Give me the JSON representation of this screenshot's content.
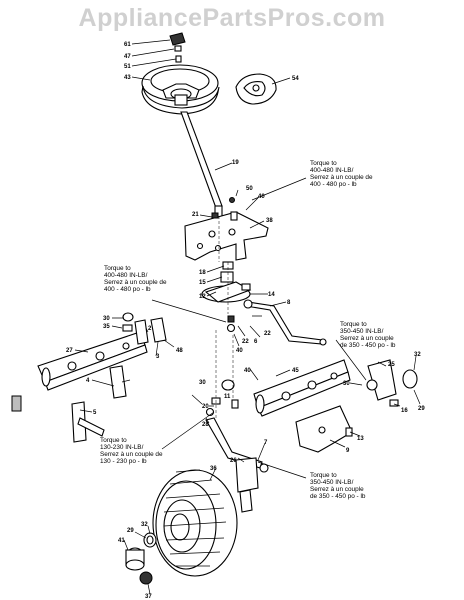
{
  "watermark": "AppliancePartsPros.com",
  "torque_notes": [
    {
      "id": "n1",
      "lines": [
        "Torque to",
        "400-480 IN-LB/",
        "Serrez à un couple de",
        "400 - 480 po - lb"
      ]
    },
    {
      "id": "n2",
      "lines": [
        "Torque to",
        "400-480 IN-LB/",
        "Serrez à un couple de",
        "400 - 480 po - lb"
      ]
    },
    {
      "id": "n3",
      "lines": [
        "Torque to",
        "350-450 IN-LB/",
        "Serrez à un couple",
        "de 350 - 450 po - lb"
      ]
    },
    {
      "id": "n4",
      "lines": [
        "Torque to",
        "130-230 IN-LB/",
        "Serrez à un couple de",
        "130 - 230 po - lb"
      ]
    },
    {
      "id": "n5",
      "lines": [
        "Torque to",
        "350-450 IN-LB/",
        "Serrez à un couple",
        "de 350 - 450 po - lb"
      ]
    }
  ],
  "part_labels": [
    {
      "id": "p61",
      "text": "61"
    },
    {
      "id": "p47",
      "text": "47"
    },
    {
      "id": "p51",
      "text": "51"
    },
    {
      "id": "p43",
      "text": "43"
    },
    {
      "id": "p54",
      "text": "54"
    },
    {
      "id": "p19",
      "text": "19"
    },
    {
      "id": "p50",
      "text": "50"
    },
    {
      "id": "p40a",
      "text": "40"
    },
    {
      "id": "p21",
      "text": "21"
    },
    {
      "id": "p38",
      "text": "38"
    },
    {
      "id": "p18",
      "text": "18"
    },
    {
      "id": "p15",
      "text": "15"
    },
    {
      "id": "p12",
      "text": "12"
    },
    {
      "id": "p14",
      "text": "14"
    },
    {
      "id": "p8",
      "text": "8"
    },
    {
      "id": "p22a",
      "text": "22"
    },
    {
      "id": "p22b",
      "text": "22"
    },
    {
      "id": "p6",
      "text": "6"
    },
    {
      "id": "p40b",
      "text": "40"
    },
    {
      "id": "p30a",
      "text": "30"
    },
    {
      "id": "p35",
      "text": "35"
    },
    {
      "id": "p2",
      "text": "2"
    },
    {
      "id": "p3",
      "text": "3"
    },
    {
      "id": "p48",
      "text": "48"
    },
    {
      "id": "p27",
      "text": "27"
    },
    {
      "id": "p4",
      "text": "4"
    },
    {
      "id": "p5",
      "text": "5"
    },
    {
      "id": "p30b",
      "text": "30"
    },
    {
      "id": "p40c",
      "text": "40"
    },
    {
      "id": "p45",
      "text": "45"
    },
    {
      "id": "p11",
      "text": "11"
    },
    {
      "id": "p20",
      "text": "20"
    },
    {
      "id": "p28",
      "text": "28"
    },
    {
      "id": "p30c",
      "text": "30"
    },
    {
      "id": "p25",
      "text": "25"
    },
    {
      "id": "p32a",
      "text": "32"
    },
    {
      "id": "p16",
      "text": "16"
    },
    {
      "id": "p29a",
      "text": "29"
    },
    {
      "id": "p13",
      "text": "13"
    },
    {
      "id": "p9",
      "text": "9"
    },
    {
      "id": "p7",
      "text": "7"
    },
    {
      "id": "p26",
      "text": "26"
    },
    {
      "id": "p36",
      "text": "36"
    },
    {
      "id": "p29b",
      "text": "29"
    },
    {
      "id": "p32b",
      "text": "32"
    },
    {
      "id": "p41",
      "text": "41"
    },
    {
      "id": "p37",
      "text": "37"
    }
  ]
}
